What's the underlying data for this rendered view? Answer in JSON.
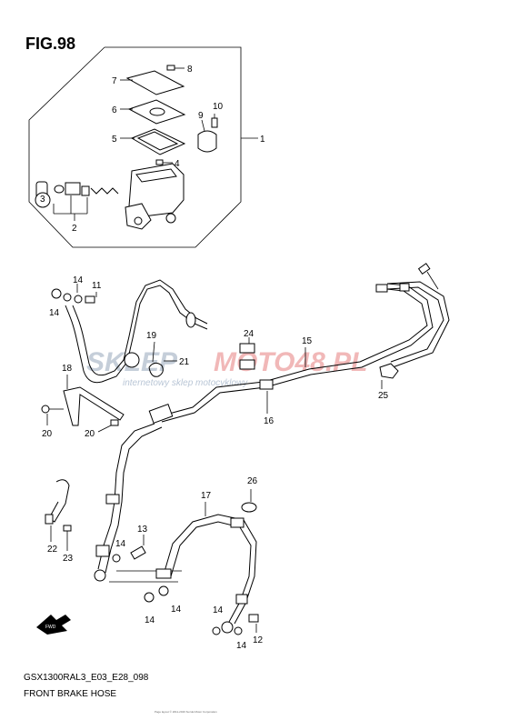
{
  "figure": {
    "title": "FIG.98",
    "model_code": "GSX1300RAL3_E03_E28_098",
    "section_title": "FRONT BRAKE HOSE",
    "fine_print": "Page layout © 2011-2016 Suzuki Motor Corporation"
  },
  "fwd_label": "FWD",
  "watermark": {
    "brand_left": "SKLEP",
    "brand_right": "MOTO48.PL",
    "tagline": "internetowy sklep motocyklowy",
    "color_left": "#c5ced9",
    "color_right": "#f1b8b8"
  },
  "callouts": [
    "1",
    "2",
    "3",
    "4",
    "5",
    "6",
    "7",
    "8",
    "9",
    "10",
    "11",
    "12",
    "13",
    "14",
    "15",
    "16",
    "17",
    "18",
    "19",
    "20",
    "21",
    "22",
    "23",
    "24",
    "25",
    "26"
  ],
  "labels": {
    "c1": "1",
    "c2": "2",
    "c3": "3",
    "c4": "4",
    "c5": "5",
    "c6": "6",
    "c7": "7",
    "c8": "8",
    "c9": "9",
    "c10": "10",
    "c11": "11",
    "c12": "12",
    "c13": "13",
    "c14a": "14",
    "c14b": "14",
    "c14c": "14",
    "c14d": "14",
    "c14e": "14",
    "c14f": "14",
    "c14g": "14",
    "c15": "15",
    "c16": "16",
    "c17": "17",
    "c18": "18",
    "c19": "19",
    "c20a": "20",
    "c20b": "20",
    "c21": "21",
    "c22": "22",
    "c23": "23",
    "c24": "24",
    "c25": "25",
    "c26": "26"
  }
}
